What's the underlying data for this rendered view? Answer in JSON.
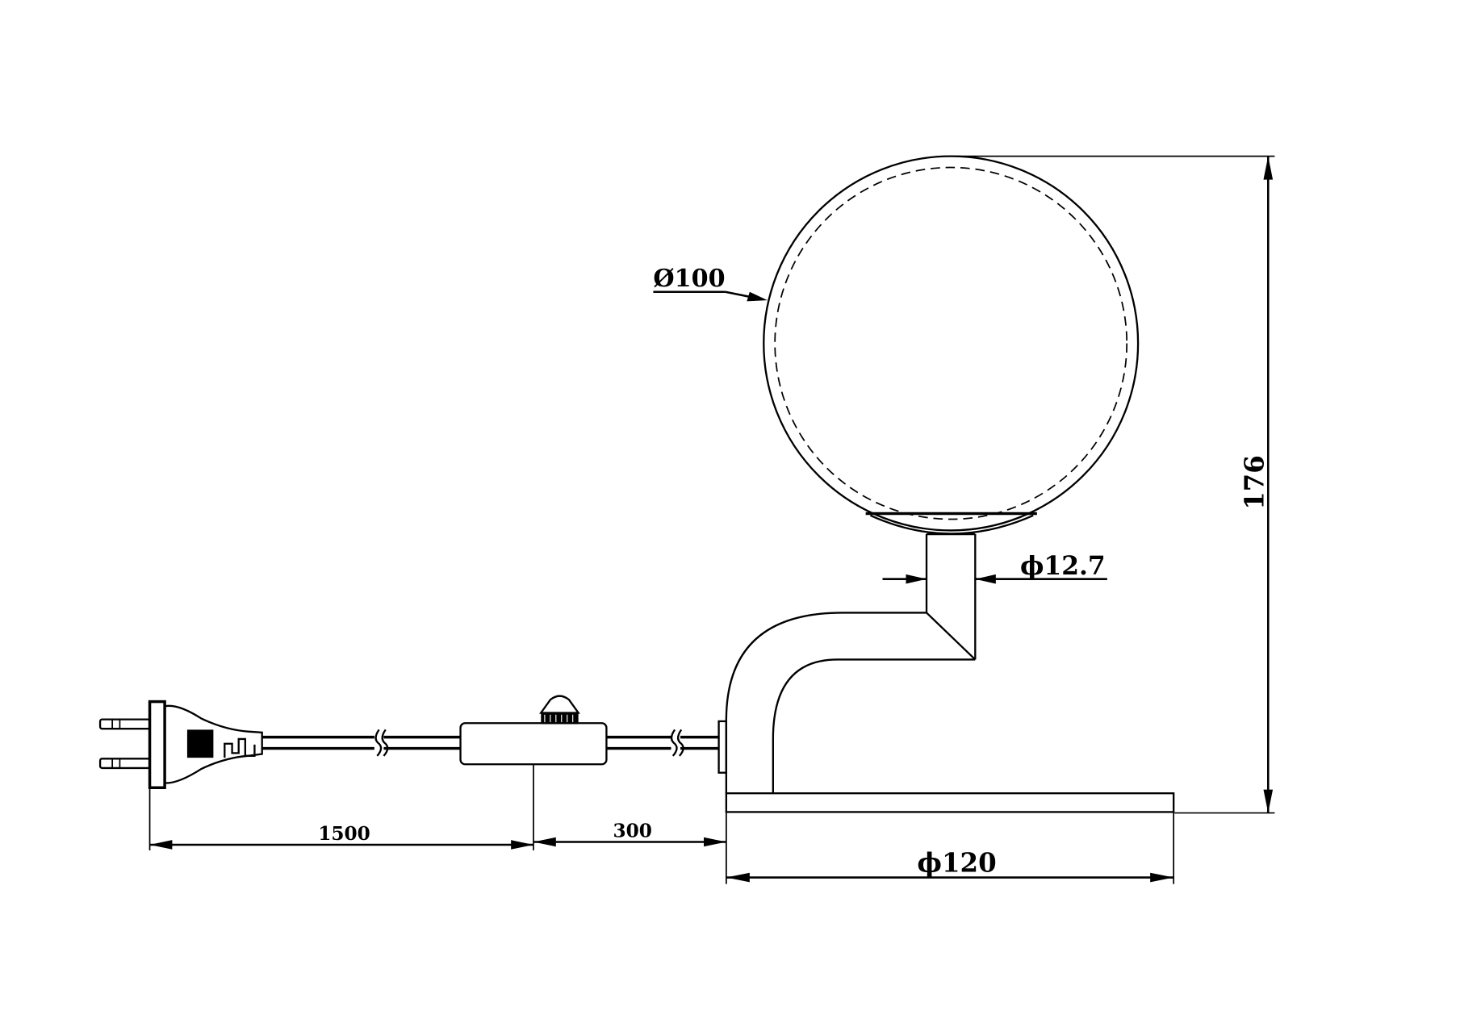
{
  "drawing": {
    "line_color": "#000000",
    "background": "#ffffff",
    "dimensions": {
      "globe_diameter": "Ø100",
      "stem_diameter": "ϕ12.7",
      "base_diameter": "ϕ120",
      "total_height": "176",
      "cord_length_to_switch": "1500",
      "switch_to_lamp": "300"
    },
    "components": [
      "glass-globe",
      "globe-holder-cup",
      "stem",
      "curved-arm",
      "base-plate",
      "power-cord",
      "inline-switch",
      "plug"
    ]
  }
}
